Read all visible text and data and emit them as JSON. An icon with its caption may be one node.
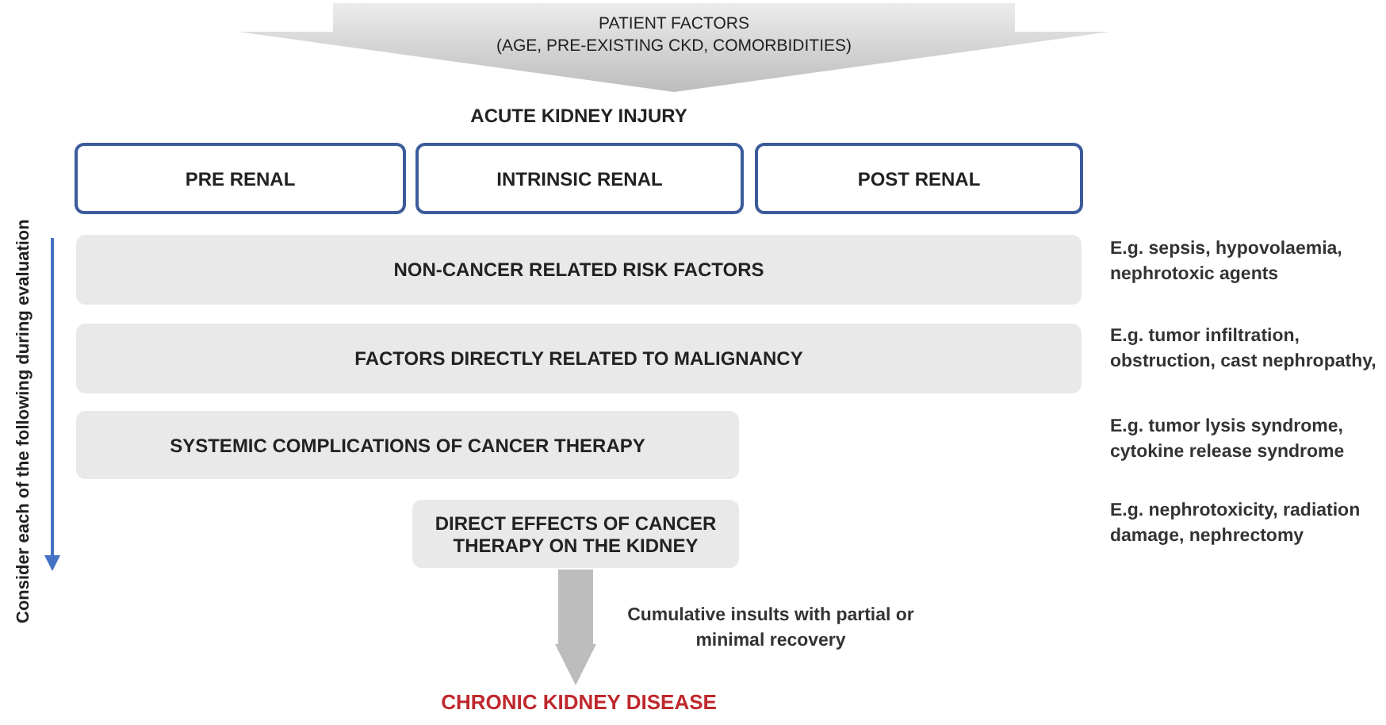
{
  "diagram": {
    "nodes": [
      {
        "text": [
          "PATIENT FACTORS",
          "(AGE, PRE-EXISTING CKD, COMORBIDITIES)"
        ]
      },
      {
        "text": [
          "PRE RENAL"
        ]
      },
      {
        "text": [
          "INTRINSIC RENAL"
        ]
      },
      {
        "text": [
          "POST RENAL"
        ]
      },
      {
        "text": [
          "NON-CANCER RELATED RISK FACTORS"
        ],
        "beside": [
          "E.g. sepsis, hypovolaemia, nephrotoxic agents"
        ]
      },
      {
        "text": [
          "FACTORS DIRECTLY RELATED TO MALIGNANCY"
        ],
        "beside": [
          "E.g. tumor infiltration, obstruction, cast nephropathy,"
        ]
      },
      {
        "text": [
          "SYSTEMIC COMPLICATIONS OF CANCER THERAPY"
        ]
      },
      {
        "text": [
          "DIRECT EFFECTS OF CANCER THERAPY ON THE KIDNEY"
        ]
      },
      {
        "text": [
          "CHRONIC KIDNEY DISEASE"
        ]
      }
    ],
    "edges": [
      {
        "from": 7,
        "to": 8,
        "arrow": "to",
        "label": "Cumulative insults with partial or minimal recovery"
      }
    ],
    "labels": [
      "ACUTE KIDNEY INJURY",
      "Consider each of the following during evaluation",
      "E.g. tumor lysis syndrome, cytokine release syndrome",
      "E.g. nephrotoxicity, radiation damage, nephrectomy"
    ]
  }
}
